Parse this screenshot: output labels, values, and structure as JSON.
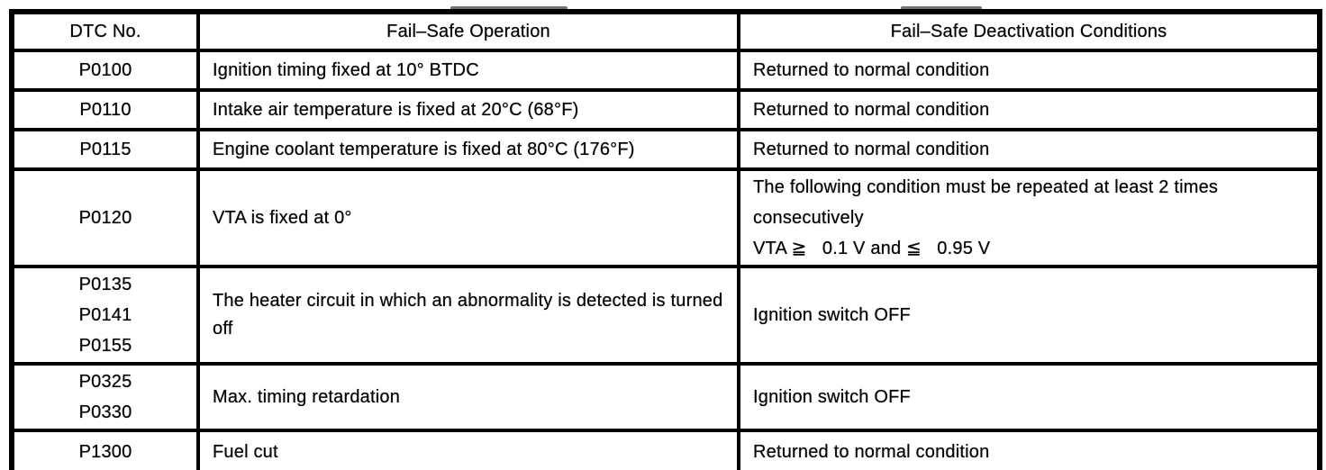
{
  "table": {
    "headers": {
      "dtc_no": "DTC No.",
      "operation": "Fail–Safe Operation",
      "deactivation": "Fail–Safe Deactivation Conditions"
    },
    "rows": [
      {
        "dtc": [
          "P0100"
        ],
        "operation": "Ignition timing fixed at 10° BTDC",
        "deactivation": [
          "Returned to normal condition"
        ]
      },
      {
        "dtc": [
          "P0110"
        ],
        "operation": "Intake air temperature is fixed at 20°C (68°F)",
        "deactivation": [
          "Returned to normal condition"
        ]
      },
      {
        "dtc": [
          "P0115"
        ],
        "operation": "Engine coolant temperature is fixed at 80°C (176°F)",
        "deactivation": [
          "Returned to normal condition"
        ]
      },
      {
        "dtc": [
          "P0120"
        ],
        "operation": "VTA is fixed at 0°",
        "deactivation": [
          "The following condition must be repeated at least 2 times consecutively",
          "VTA ≧   0.1 V and ≦   0.95 V"
        ]
      },
      {
        "dtc": [
          "P0135",
          "P0141",
          "P0155"
        ],
        "operation": "The heater circuit in which an abnormality is detected is turned off",
        "deactivation": [
          "Ignition switch OFF"
        ]
      },
      {
        "dtc": [
          "P0325",
          "P0330"
        ],
        "operation": "Max. timing retardation",
        "deactivation": [
          "Ignition switch OFF"
        ]
      },
      {
        "dtc": [
          "P1300"
        ],
        "operation": "Fuel cut",
        "deactivation": [
          "Returned to normal condition"
        ]
      }
    ],
    "colors": {
      "border": "#000000",
      "text": "#060606",
      "background": "#ffffff"
    }
  }
}
